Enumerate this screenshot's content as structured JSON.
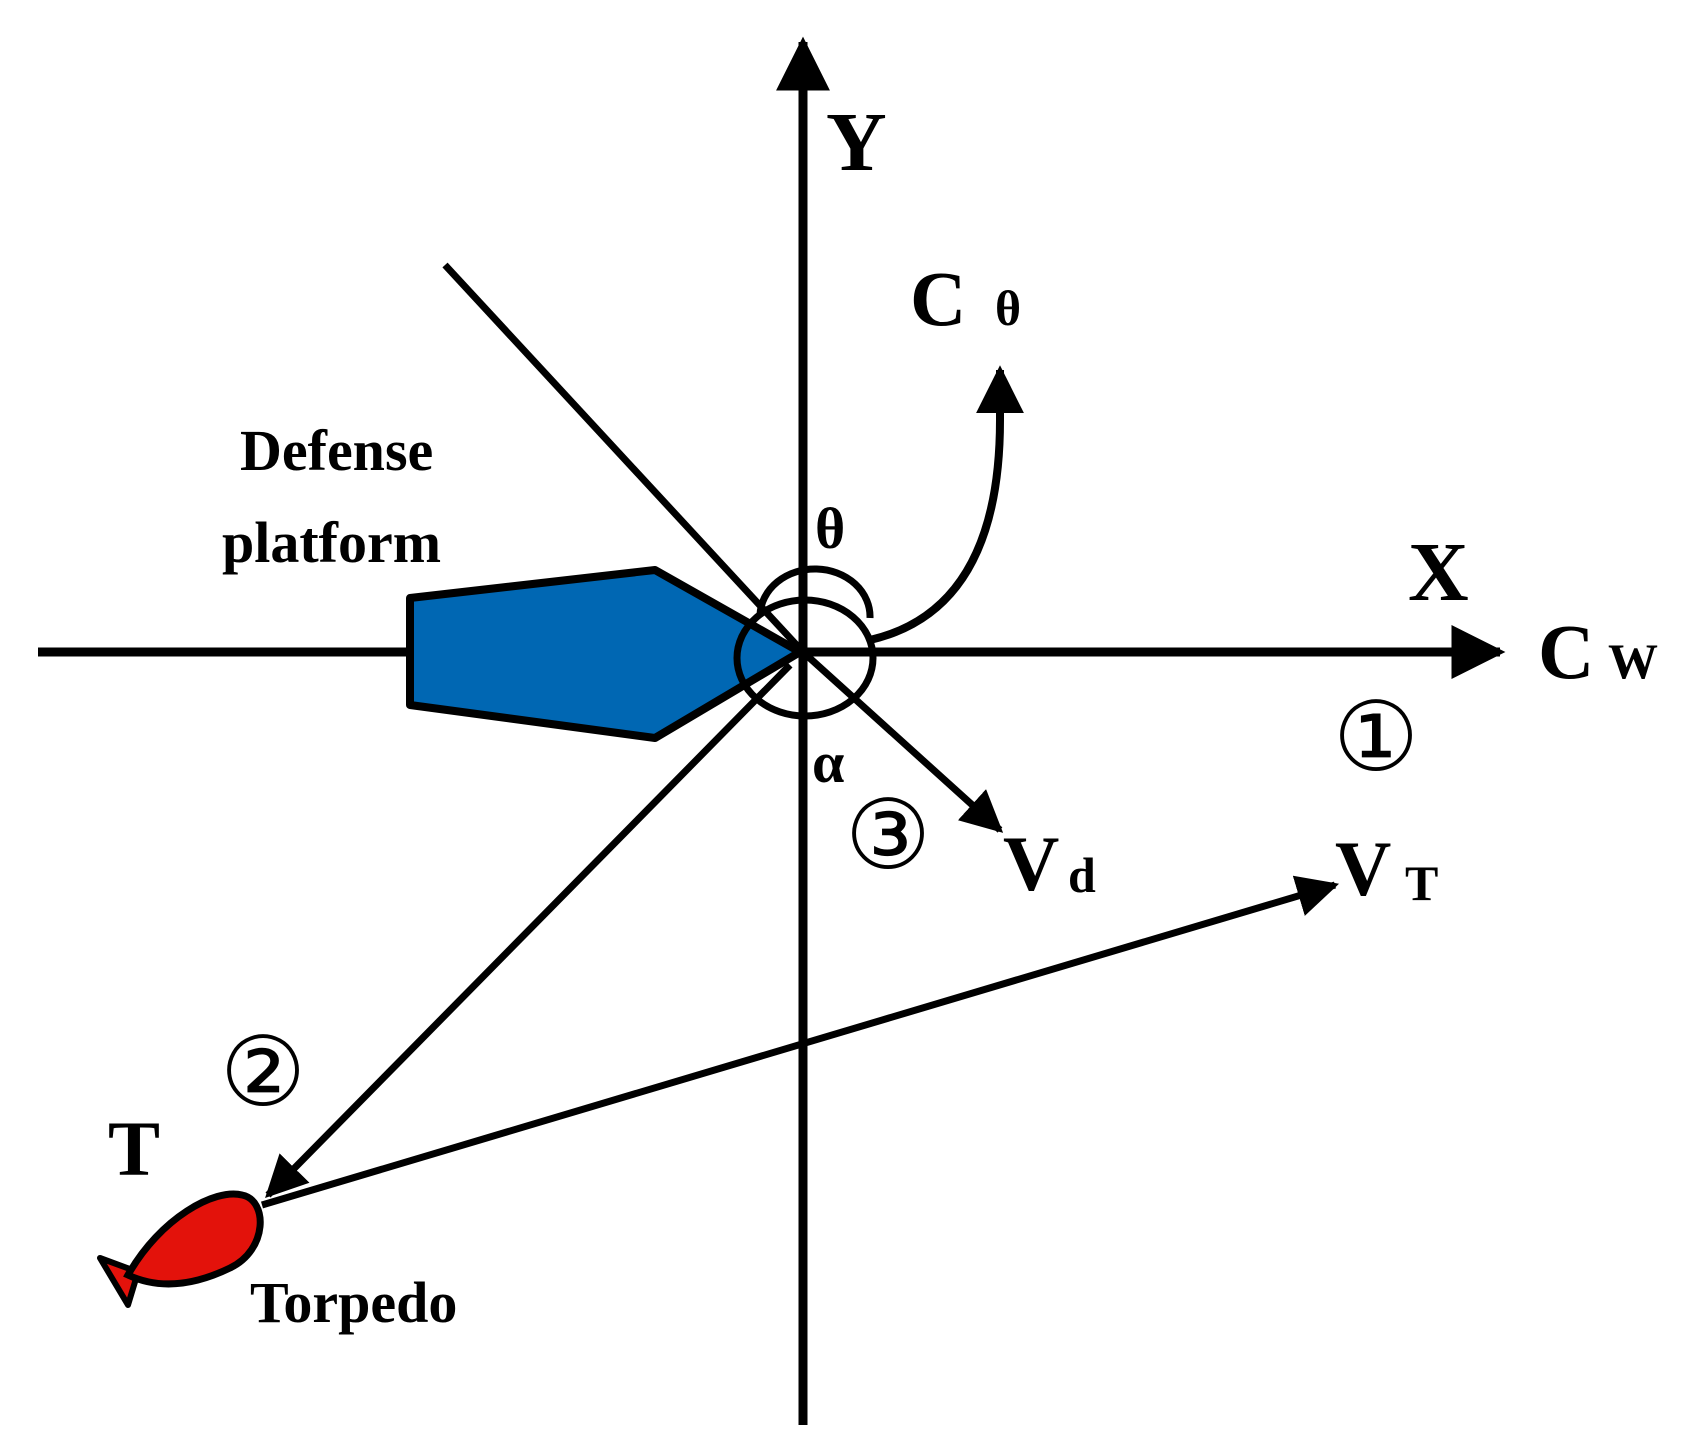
{
  "colors": {
    "line": "#000000",
    "platform_fill": "#0067b3",
    "torpedo_fill": "#e3120b",
    "background": "#ffffff"
  },
  "labels": {
    "y_axis": "Y",
    "x_axis": "X",
    "c_theta_main": "C",
    "c_theta_sub": "θ",
    "cw_main": "C",
    "cw_sub": "W",
    "theta": "θ",
    "alpha": "α",
    "vd_main": "V",
    "vd_sub": "d",
    "vt_main": "V",
    "vt_sub": "T",
    "t": "T",
    "marker_1": "①",
    "marker_2": "②",
    "marker_3": "③"
  },
  "defense_platform": {
    "line1": "Defense",
    "line2": "platform"
  },
  "torpedo": {
    "name": "Torpedo"
  },
  "icons": {
    "platform": "ship-hull-icon",
    "torpedo": "torpedo-icon"
  }
}
